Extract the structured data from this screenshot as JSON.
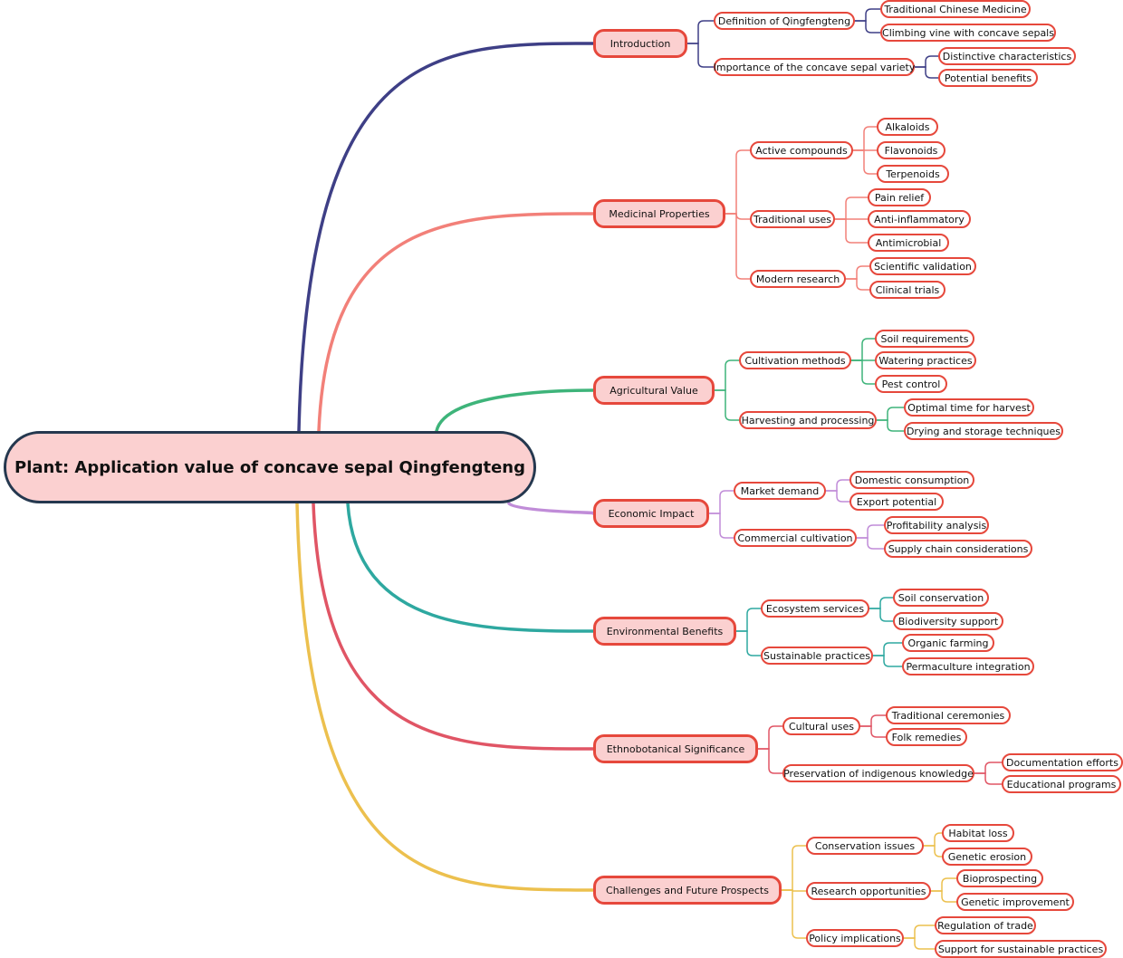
{
  "root": "Plant: Application value of concave sepal Qingfengteng",
  "colors": {
    "root_border": "#25384f",
    "node_fill": "#fbd0d0",
    "node_border": "#e6483c"
  },
  "branches": [
    {
      "label": "Introduction",
      "color": "#3e3f86",
      "children": [
        {
          "label": "Definition of Qingfengteng",
          "children": [
            "Traditional Chinese Medicine",
            "Climbing vine with concave sepals"
          ]
        },
        {
          "label": "Importance of the concave sepal variety",
          "children": [
            "Distinctive characteristics",
            "Potential benefits"
          ]
        }
      ]
    },
    {
      "label": "Medicinal Properties",
      "color": "#f28079",
      "children": [
        {
          "label": "Active compounds",
          "children": [
            "Alkaloids",
            "Flavonoids",
            "Terpenoids"
          ]
        },
        {
          "label": "Traditional uses",
          "children": [
            "Pain relief",
            "Anti-inflammatory",
            "Antimicrobial"
          ]
        },
        {
          "label": "Modern research",
          "children": [
            "Scientific validation",
            "Clinical trials"
          ]
        }
      ]
    },
    {
      "label": "Agricultural Value",
      "color": "#3eb47a",
      "children": [
        {
          "label": "Cultivation methods",
          "children": [
            "Soil requirements",
            "Watering practices",
            "Pest control"
          ]
        },
        {
          "label": "Harvesting and processing",
          "children": [
            "Optimal time for harvest",
            "Drying and storage techniques"
          ]
        }
      ]
    },
    {
      "label": "Economic Impact",
      "color": "#c08cd8",
      "children": [
        {
          "label": "Market demand",
          "children": [
            "Domestic consumption",
            "Export potential"
          ]
        },
        {
          "label": "Commercial cultivation",
          "children": [
            "Profitability analysis",
            "Supply chain considerations"
          ]
        }
      ]
    },
    {
      "label": "Environmental Benefits",
      "color": "#2ea8a0",
      "children": [
        {
          "label": "Ecosystem services",
          "children": [
            "Soil conservation",
            "Biodiversity support"
          ]
        },
        {
          "label": "Sustainable practices",
          "children": [
            "Organic farming",
            "Permaculture integration"
          ]
        }
      ]
    },
    {
      "label": "Ethnobotanical Significance",
      "color": "#e05565",
      "children": [
        {
          "label": "Cultural uses",
          "children": [
            "Traditional ceremonies",
            "Folk remedies"
          ]
        },
        {
          "label": "Preservation of indigenous knowledge",
          "children": [
            "Documentation efforts",
            "Educational programs"
          ]
        }
      ]
    },
    {
      "label": "Challenges and Future Prospects",
      "color": "#ecc04e",
      "children": [
        {
          "label": "Conservation issues",
          "children": [
            "Habitat loss",
            "Genetic erosion"
          ]
        },
        {
          "label": "Research opportunities",
          "children": [
            "Bioprospecting",
            "Genetic improvement"
          ]
        },
        {
          "label": "Policy implications",
          "children": [
            "Regulation of trade",
            "Support for sustainable practices"
          ]
        }
      ]
    }
  ]
}
